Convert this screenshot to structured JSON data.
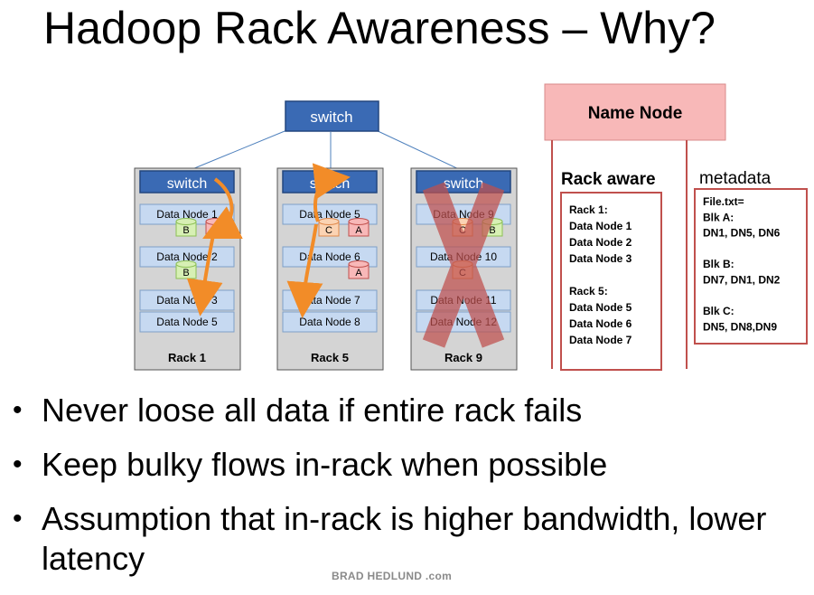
{
  "title": "Hadoop Rack Awareness – Why?",
  "core_switch_label": "switch",
  "racks": [
    {
      "name": "Rack 1",
      "switch_label": "switch",
      "nodes": [
        "Data Node 1",
        "Data Node 2",
        "Data Node 3",
        "Data Node 5"
      ],
      "blocks": [
        {
          "node": 0,
          "label": "B",
          "color": "green"
        },
        {
          "node": 0,
          "label": "A",
          "color": "red"
        },
        {
          "node": 1,
          "label": "B",
          "color": "green"
        }
      ],
      "failed": false
    },
    {
      "name": "Rack 5",
      "switch_label": "switch",
      "nodes": [
        "Data Node 5",
        "Data Node 6",
        "Data Node 7",
        "Data Node 8"
      ],
      "blocks": [
        {
          "node": 0,
          "label": "C",
          "color": "orange"
        },
        {
          "node": 0,
          "label": "A",
          "color": "red"
        },
        {
          "node": 1,
          "label": "A",
          "color": "red"
        }
      ],
      "failed": false
    },
    {
      "name": "Rack 9",
      "switch_label": "switch",
      "nodes": [
        "Data Node 9",
        "Data Node 10",
        "Data Node 11",
        "Data Node 12"
      ],
      "blocks": [
        {
          "node": 0,
          "label": "C",
          "color": "orange"
        },
        {
          "node": 0,
          "label": "B",
          "color": "green"
        },
        {
          "node": 1,
          "label": "C",
          "color": "orange"
        }
      ],
      "failed": true
    }
  ],
  "name_node": {
    "label": "Name Node",
    "rack_aware": {
      "heading": "Rack aware",
      "lines": [
        "Rack 1:",
        "Data Node 1",
        "Data Node 2",
        "Data Node 3",
        "",
        "Rack 5:",
        "Data Node 5",
        "Data Node 6",
        "Data Node 7"
      ]
    },
    "metadata": {
      "heading": "metadata",
      "lines": [
        "File.txt=",
        "Blk A:",
        "DN1, DN5, DN6",
        "",
        "Blk B:",
        "DN7, DN1, DN2",
        "",
        "Blk C:",
        "DN5, DN8,DN9"
      ]
    }
  },
  "bullets": [
    "Never loose all data if entire rack fails",
    "Keep bulky flows in-rack when possible",
    "Assumption that in-rack is higher bandwidth, lower latency"
  ],
  "credit": "BRAD HEDLUND .com",
  "colors": {
    "switch_fill": "#3a6ab4",
    "node_fill": "#c6d9f1",
    "rack_fill": "#d4d4d4",
    "arrow": "#f28c28",
    "name_node_fill": "#f8b8b8",
    "box_border": "#c0504d",
    "fail_x": "#c0504d",
    "link": "#4f81bd"
  }
}
